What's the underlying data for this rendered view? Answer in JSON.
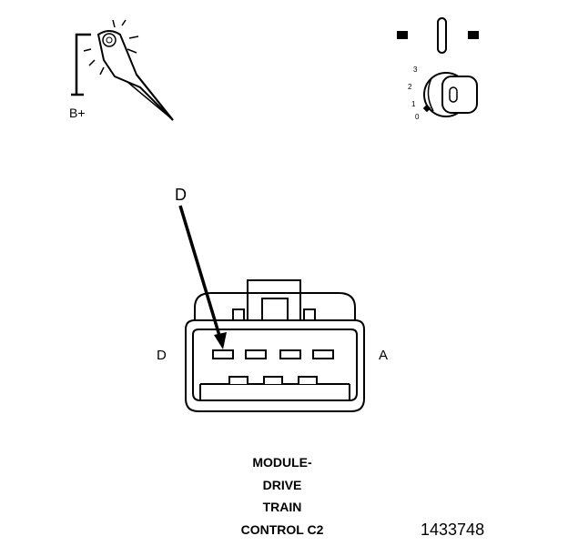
{
  "probe": {
    "label": "B+"
  },
  "ignition": {
    "positions": [
      "3",
      "2",
      "1",
      "0"
    ]
  },
  "connector": {
    "pointer_label": "D",
    "left_label": "D",
    "right_label": "A"
  },
  "caption": {
    "lines": [
      "MODULE-",
      "DRIVE",
      "TRAIN",
      "CONTROL C2"
    ]
  },
  "figure_id": "1433748"
}
